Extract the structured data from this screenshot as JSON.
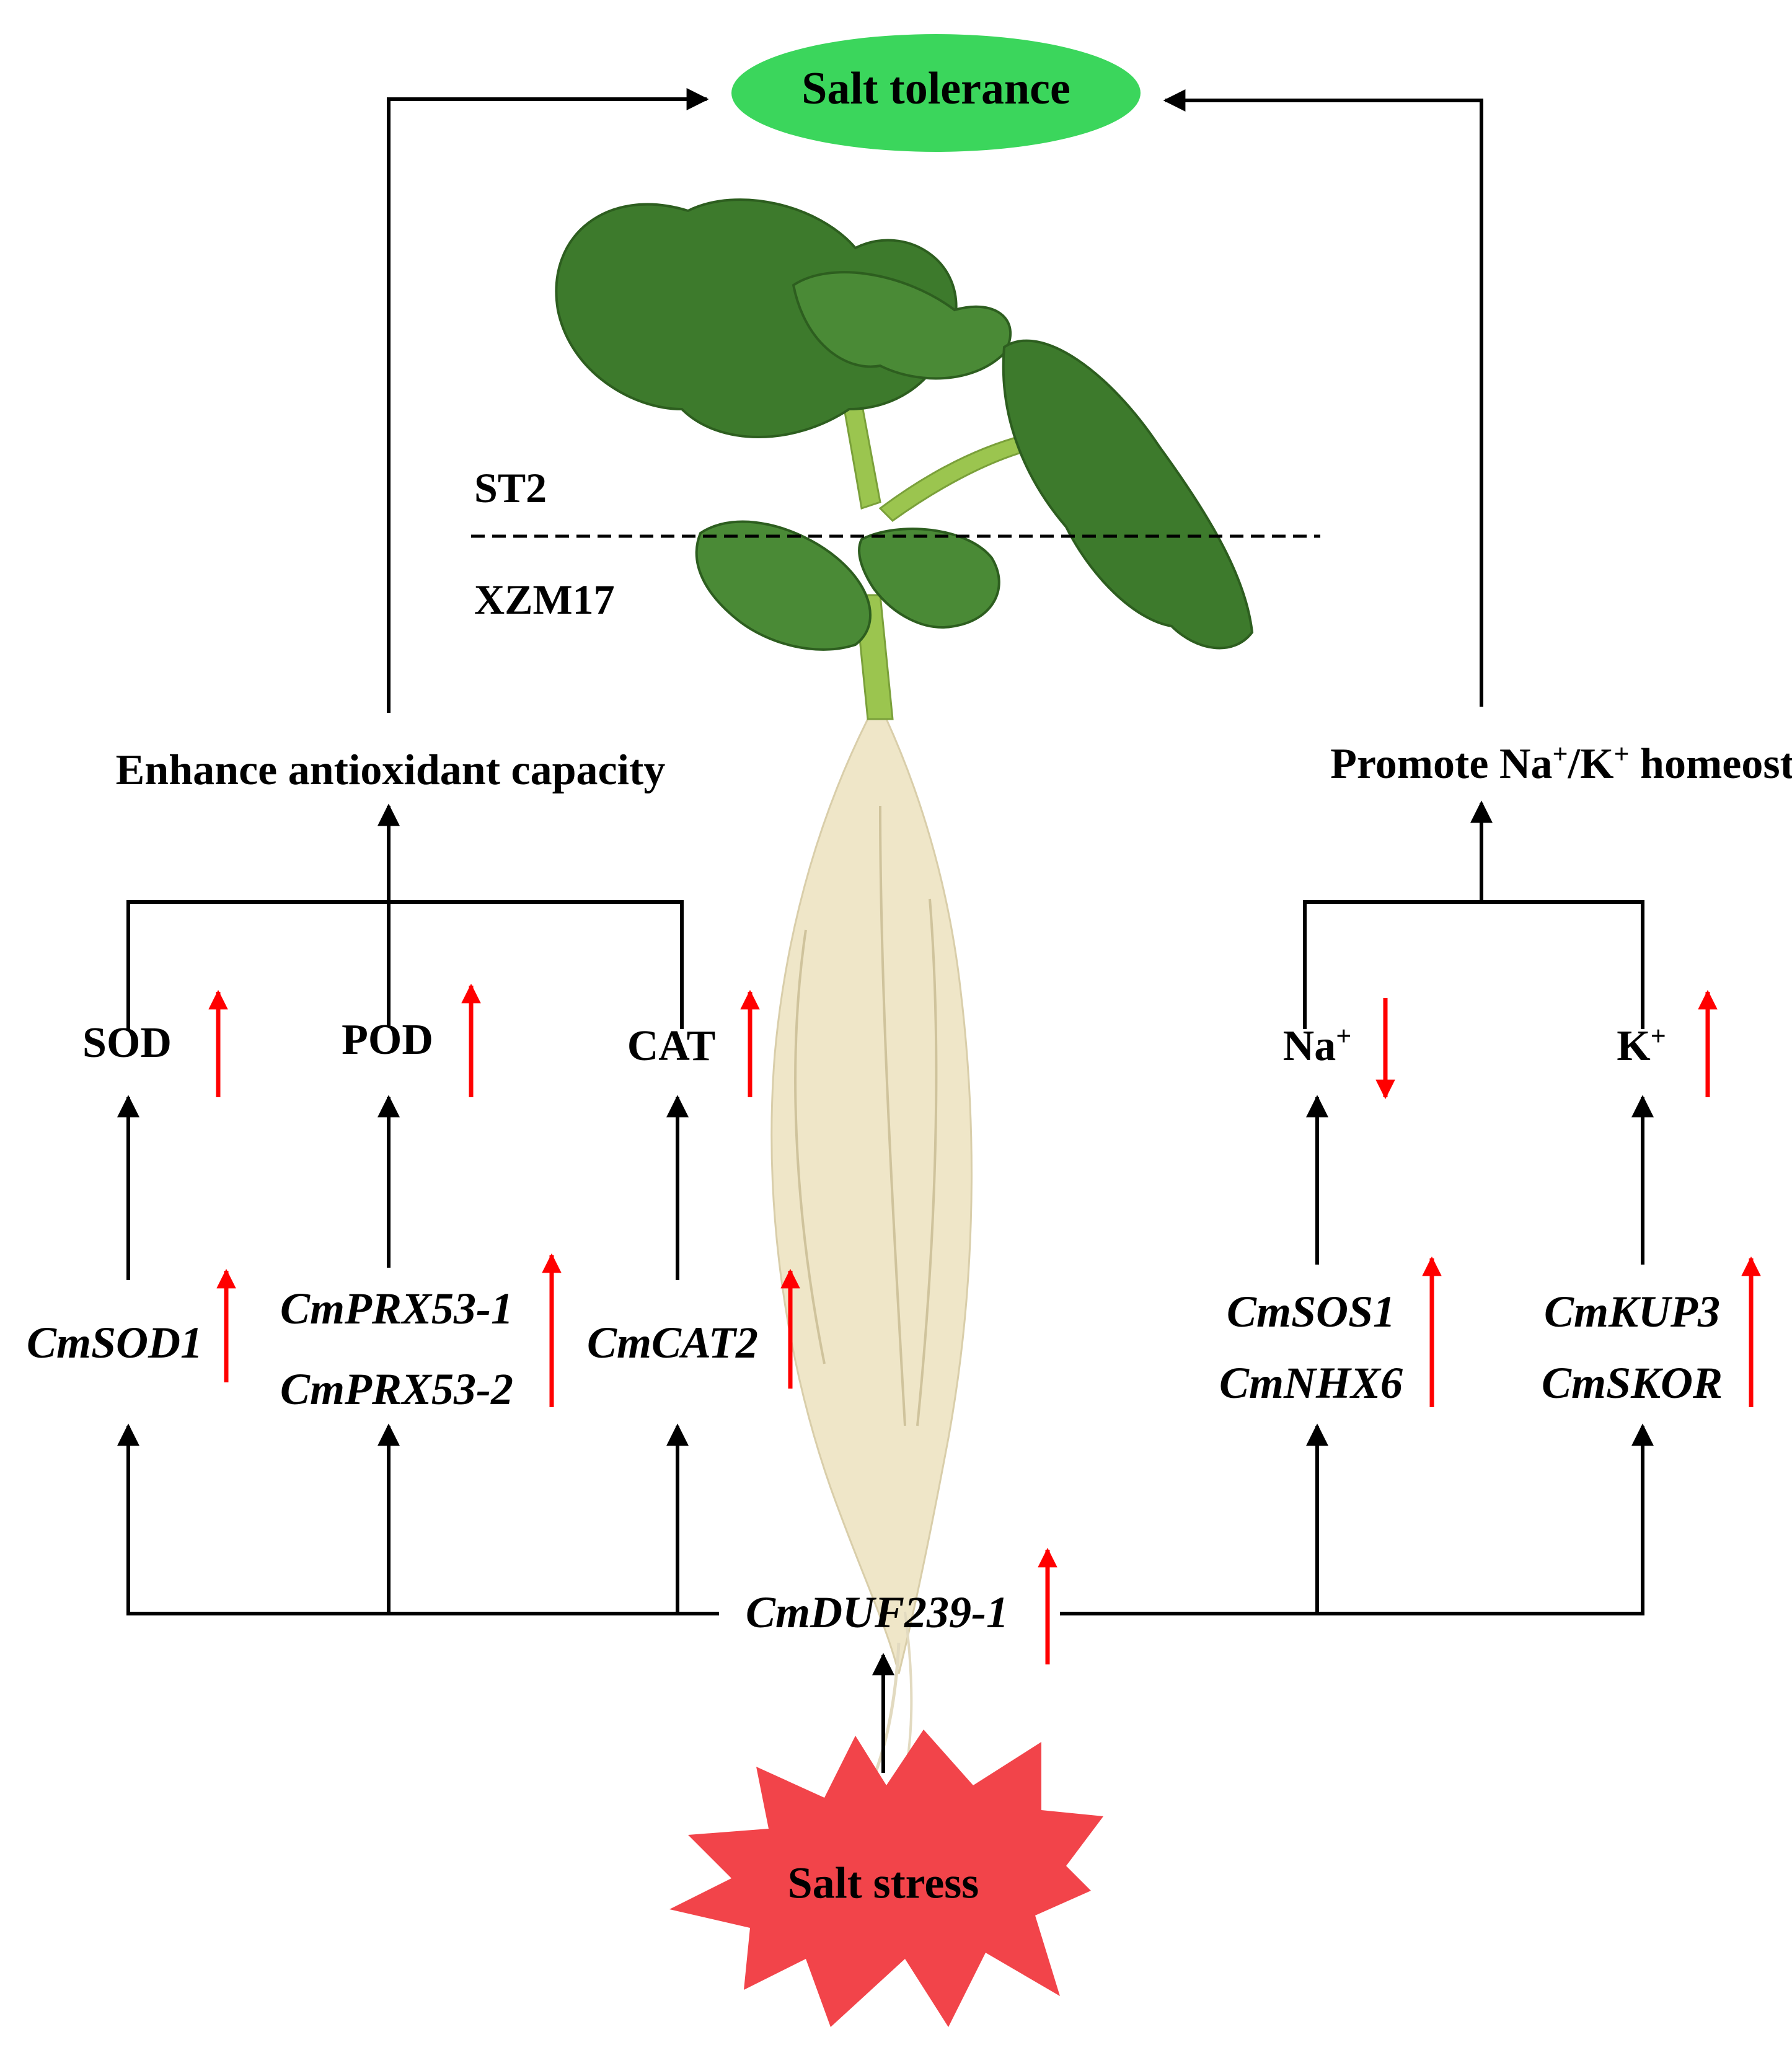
{
  "colors": {
    "line": "#000000",
    "up_arrow": "#ff0000",
    "tolerance_fill": "#3bd65c",
    "stress_fill": "#f2444a",
    "leaf": "#3d7a2c",
    "root": "#efe6c8"
  },
  "nodes": {
    "salt_tolerance": "Salt tolerance",
    "rootstock_top": "ST2",
    "rootstock_bottom": "XZM17",
    "antioxidant": "Enhance antioxidant capacity",
    "homeostasis": {
      "prefix": "Promote Na",
      "mid": "/K",
      "suffix": " homeostasis",
      "sup": "+"
    },
    "sod": "SOD",
    "pod": "POD",
    "cat": "CAT",
    "na": {
      "base": "Na",
      "sup": "+"
    },
    "k": {
      "base": "K",
      "sup": "+"
    },
    "cmsod1": "CmSOD1",
    "cmprx53_1": "CmPRX53-1",
    "cmprx53_2": "CmPRX53-2",
    "cmcat2": "CmCAT2",
    "cmsos1": "CmSOS1",
    "cmnhx6": "CmNHX6",
    "cmkup3": "CmKUP3",
    "cmskor": "CmSKOR",
    "cmduf239": "CmDUF239-1",
    "salt_stress": "Salt stress"
  },
  "regulation": {
    "sod": "up",
    "pod": "up",
    "cat": "up",
    "na": "down",
    "k": "up",
    "cmsod1": "up",
    "cmprx53": "up",
    "cmcat2": "up",
    "cmsos1_cmnhx6": "up",
    "cmkup3_cmskor": "up",
    "cmduf239": "up"
  }
}
